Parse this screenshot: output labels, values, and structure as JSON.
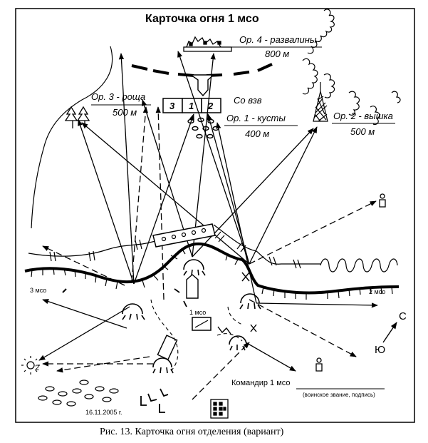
{
  "title": "Карточка огня 1 мсо",
  "landmarks": {
    "or4": {
      "name": "Ор. 4 - развалины",
      "dist": "800 м"
    },
    "or3": {
      "name": "Ор. 3 - роща",
      "dist": "500 м"
    },
    "or1": {
      "name": "Ор. 1 - кусты",
      "dist": "400 м"
    },
    "or2": {
      "name": "Ор. 2 - вышка",
      "dist": "500 м"
    }
  },
  "squad_label": "Со взв",
  "squad_numbers": [
    "3",
    "1",
    "2"
  ],
  "units": {
    "left": "3 мсо",
    "right": "2 мсо",
    "center": "1 мсо"
  },
  "commander": {
    "label": "Командир 1 мсо",
    "sublabel": "(воинское звание, подпись)"
  },
  "date": "16.11.2005 г.",
  "compass": {
    "north": "С",
    "south": "Ю"
  },
  "sun_number": "2",
  "caption": "Рис. 13. Карточка огня отделения (вариант)",
  "colors": {
    "ink": "#000000",
    "paper": "#ffffff"
  }
}
